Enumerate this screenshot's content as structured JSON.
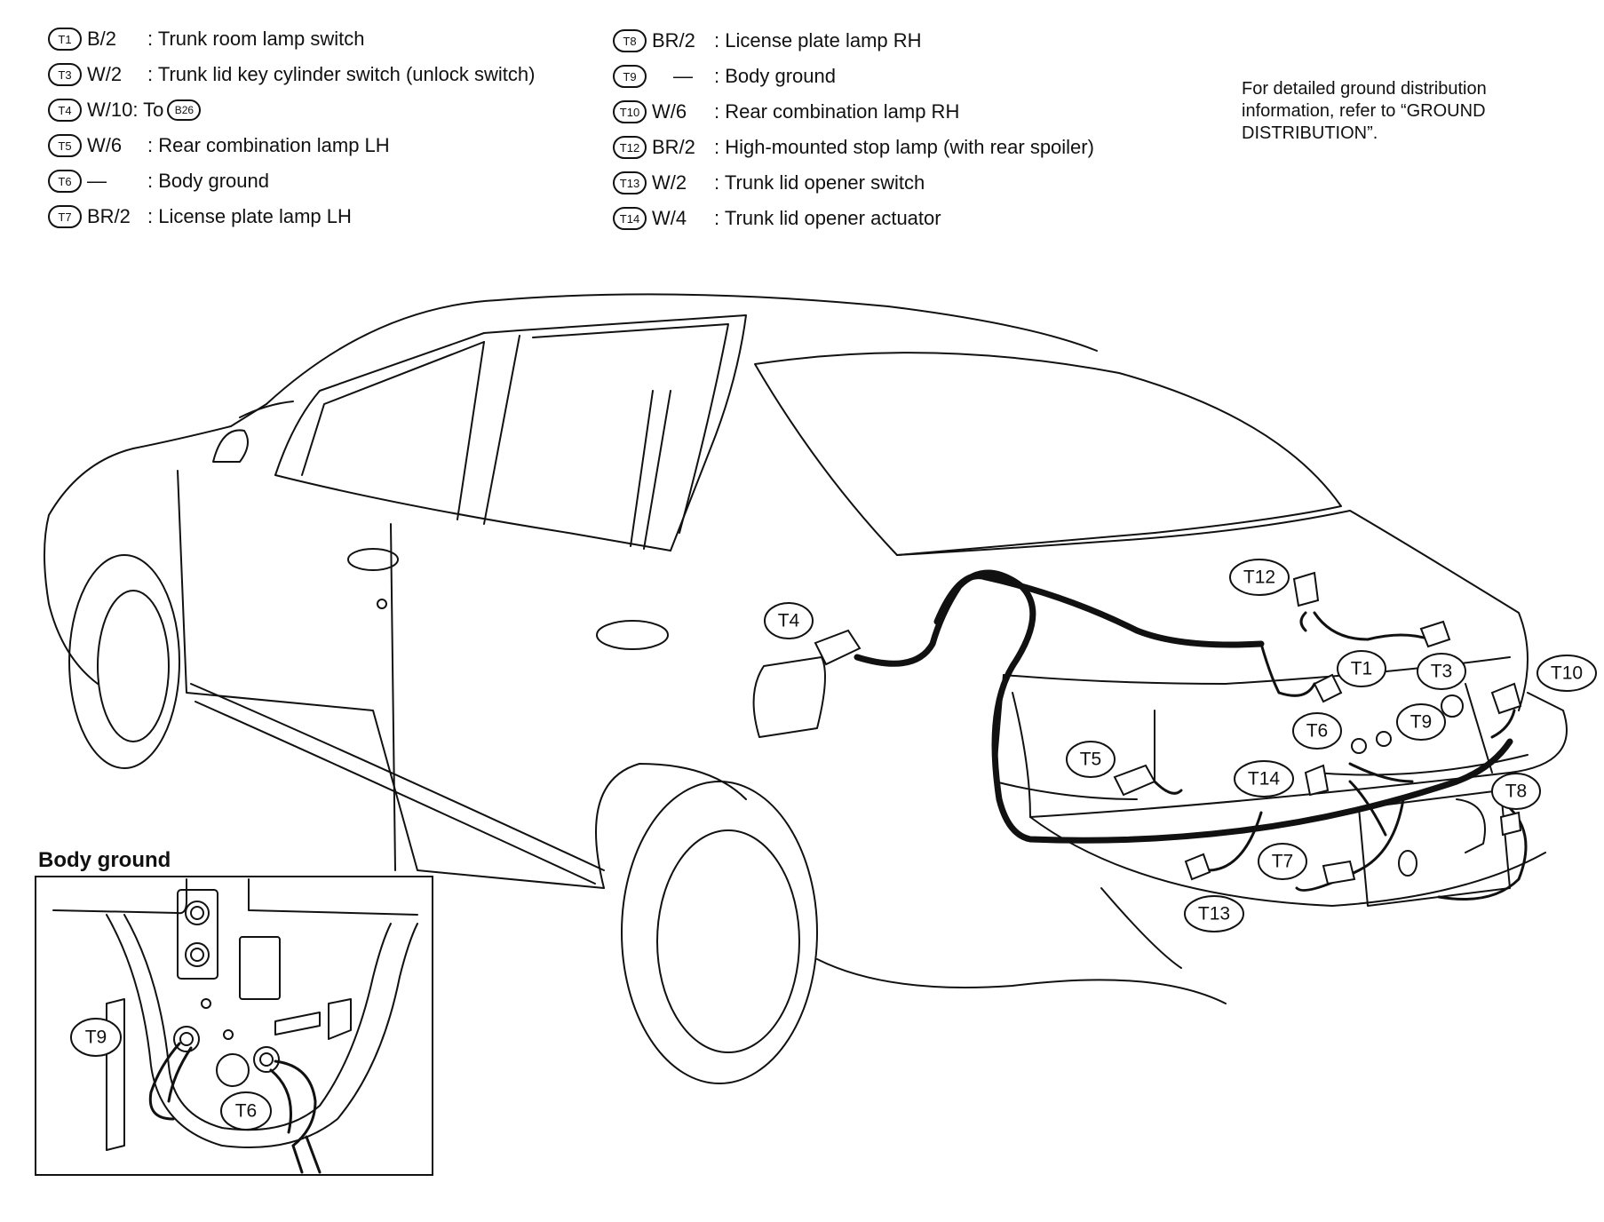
{
  "legend_left": [
    {
      "id": "T1",
      "spec": "B/2",
      "desc": ": Trunk room lamp switch"
    },
    {
      "id": "T3",
      "spec": "W/2",
      "desc": ": Trunk lid key cylinder switch (unlock switch)"
    },
    {
      "id": "T4",
      "spec": "W/10",
      "desc": ": To",
      "ref": "B26"
    },
    {
      "id": "T5",
      "spec": "W/6",
      "desc": ": Rear combination lamp LH"
    },
    {
      "id": "T6",
      "spec": "—",
      "desc": ": Body ground"
    },
    {
      "id": "T7",
      "spec": "BR/2",
      "desc": ": License plate lamp LH"
    }
  ],
  "legend_right": [
    {
      "id": "T8",
      "spec": "BR/2",
      "desc": ": License plate lamp RH"
    },
    {
      "id": "T9",
      "spec": "—",
      "desc": ": Body ground"
    },
    {
      "id": "T10",
      "spec": "W/6",
      "desc": ": Rear combination lamp RH"
    },
    {
      "id": "T12",
      "spec": "BR/2",
      "desc": ": High-mounted stop lamp (with rear spoiler)"
    },
    {
      "id": "T13",
      "spec": "W/2",
      "desc": ": Trunk lid opener switch"
    },
    {
      "id": "T14",
      "spec": "W/4",
      "desc": ": Trunk lid opener actuator"
    }
  ],
  "note": "For detailed ground distribution information, refer to “GROUND DISTRIBUTION”.",
  "callouts": {
    "t4": "T4",
    "t5": "T5",
    "t12": "T12",
    "t1": "T1",
    "t3": "T3",
    "t10": "T10",
    "t6": "T6",
    "t9": "T9",
    "t14": "T14",
    "t8": "T8",
    "t7": "T7",
    "t13": "T13"
  },
  "inset": {
    "title": "Body ground",
    "t9": "T9",
    "t6": "T6"
  }
}
